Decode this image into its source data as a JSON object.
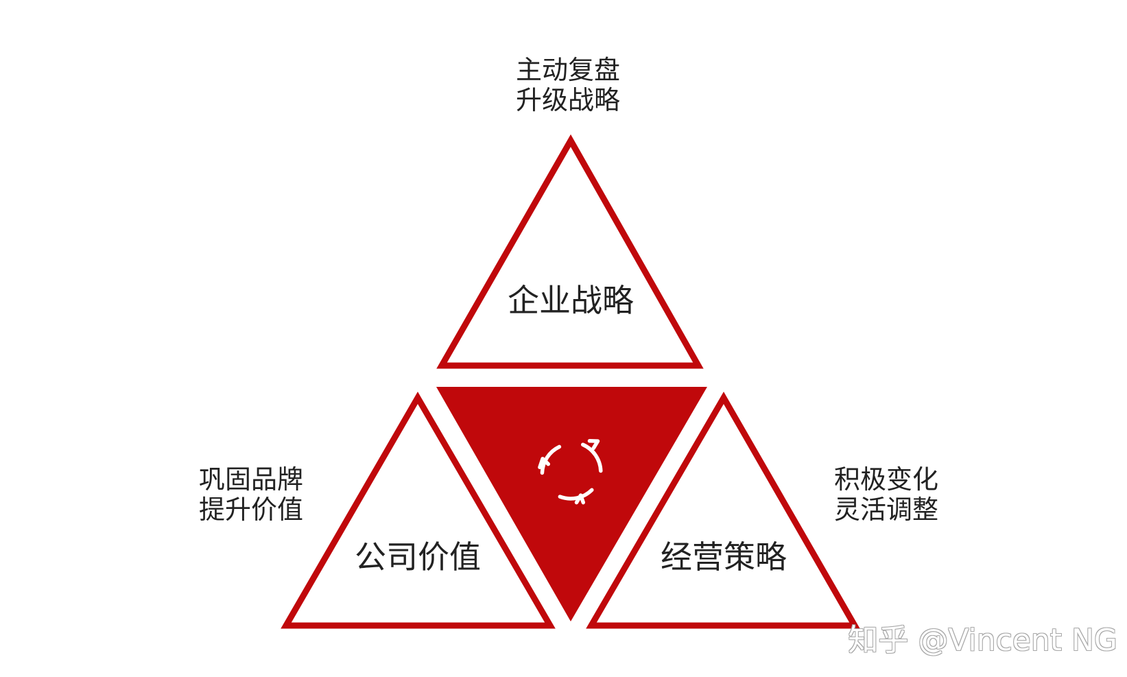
{
  "colors": {
    "accent": "#c0080b",
    "text": "#222222",
    "background": "#ffffff"
  },
  "notes": {
    "top": [
      "主动复盘",
      "升级战略"
    ],
    "left": [
      "巩固品牌",
      "提升价值"
    ],
    "right": [
      "积极变化",
      "灵活调整"
    ]
  },
  "triangles": {
    "top_label": "企业战略",
    "left_label": "公司价值",
    "right_label": "经营策略"
  },
  "center_icon": "refresh-cycle-icon",
  "watermark": "知乎 @Vincent NG"
}
